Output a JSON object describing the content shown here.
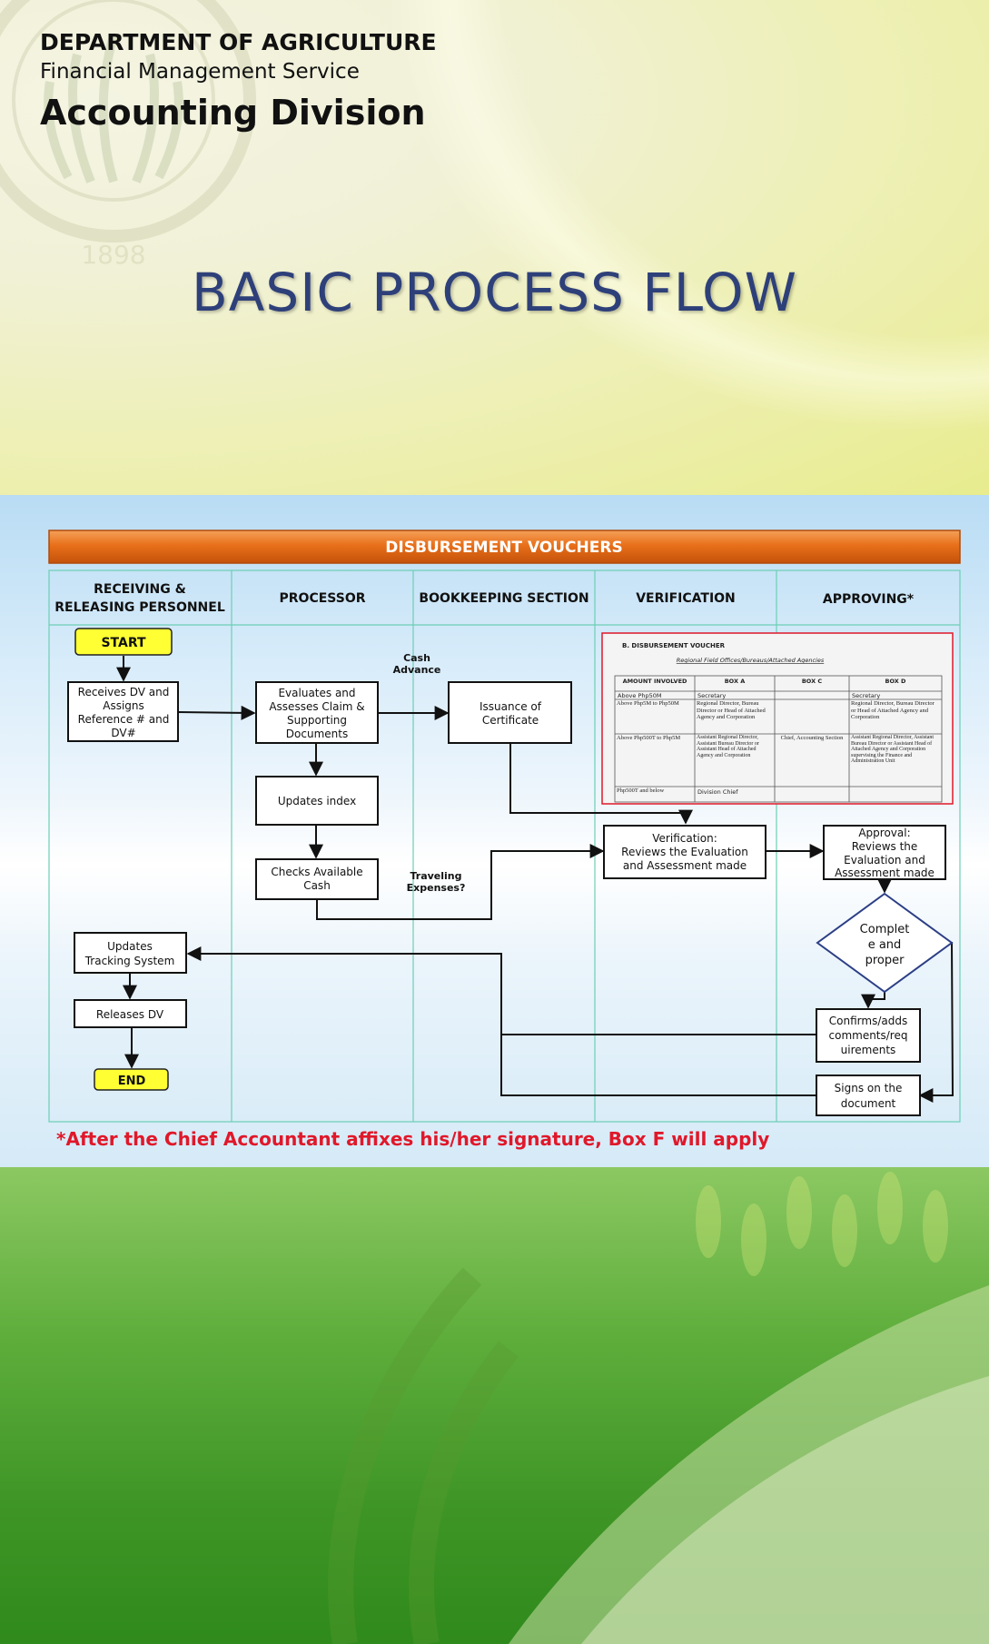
{
  "header": {
    "department": "DEPARTMENT OF AGRICULTURE",
    "service": "Financial Management Service",
    "division": "Accounting Division"
  },
  "title": "BASIC PROCESS FLOW",
  "seal_year": "1898",
  "flow": {
    "banner": "DISBURSEMENT VOUCHERS",
    "lanes": [
      {
        "line1": "RECEIVING &",
        "line2": "RELEASING PERSONNEL"
      },
      {
        "line1": "PROCESSOR",
        "line2": ""
      },
      {
        "line1": "BOOKKEEPING SECTION",
        "line2": ""
      },
      {
        "line1": "VERIFICATION",
        "line2": ""
      },
      {
        "line1": "APPROVING*",
        "line2": ""
      }
    ],
    "start": "START",
    "end": "END",
    "receives": [
      "Receives DV and",
      "Assigns",
      "Reference # and",
      "DV#"
    ],
    "evaluates": [
      "Evaluates and",
      "Assesses Claim &",
      "Supporting",
      "Documents"
    ],
    "updates_index": "Updates index",
    "checks_cash": [
      "Checks Available",
      "Cash"
    ],
    "cash_advance": [
      "Cash",
      "Advance"
    ],
    "issuance": [
      "Issuance of",
      "Certificate"
    ],
    "traveling": [
      "Traveling",
      "Expenses?"
    ],
    "verification": [
      "Verification:",
      "Reviews the Evaluation",
      "and Assessment made"
    ],
    "approval": [
      "Approval:",
      "Reviews the",
      "Evaluation and",
      "Assessment made"
    ],
    "complete": [
      "Complet",
      "e and",
      "proper"
    ],
    "confirms": [
      "Confirms/adds",
      "comments/req",
      "uirements"
    ],
    "signs": [
      "Signs on the",
      "document"
    ],
    "updates_tracking": [
      "Updates",
      "Tracking System"
    ],
    "releases": "Releases DV",
    "voucher_doc": {
      "heading": "B. DISBURSEMENT VOUCHER",
      "subheading": "Regional Field Offices/Bureaus/Attached Agencies",
      "columns": [
        "AMOUNT INVOLVED",
        "BOX A",
        "BOX C",
        "BOX D"
      ],
      "rows": [
        {
          "amount": "Above Php50M",
          "box_a": "Secretary",
          "box_c": "",
          "box_d": "Secretary"
        },
        {
          "amount": "Above Php5M to Php50M",
          "box_a": "Regional Director, Bureau Director or Head of Attached Agency and Corporation",
          "box_c": "",
          "box_d": "Regional Director, Bureau Director or Head of Attached Agency and Corporation"
        },
        {
          "amount": "Above Php500T to Php5M",
          "box_a": "Assistant Regional Director, Assistant Bureau Director or Assistant Head of Attached Agency and Corporation",
          "box_c": "Chief, Accounting Section",
          "box_d": "Assistant Regional Director, Assistant Bureau Director or Assistant Head of Attached Agency and Corporation supervising the Finance and Administration Unit"
        },
        {
          "amount": "Php500T and below",
          "box_a": "Division Chief",
          "box_c": "",
          "box_d": ""
        }
      ]
    }
  },
  "footnote": "*After the Chief Accountant  affixes his/her signature, Box F will apply",
  "colors": {
    "title": "#2e4079",
    "banner": "#e86a10",
    "terminal": "#ffff33",
    "lane_line": "#6ccfb5",
    "footnote": "#e0182a",
    "doc_border": "#e0182a"
  }
}
